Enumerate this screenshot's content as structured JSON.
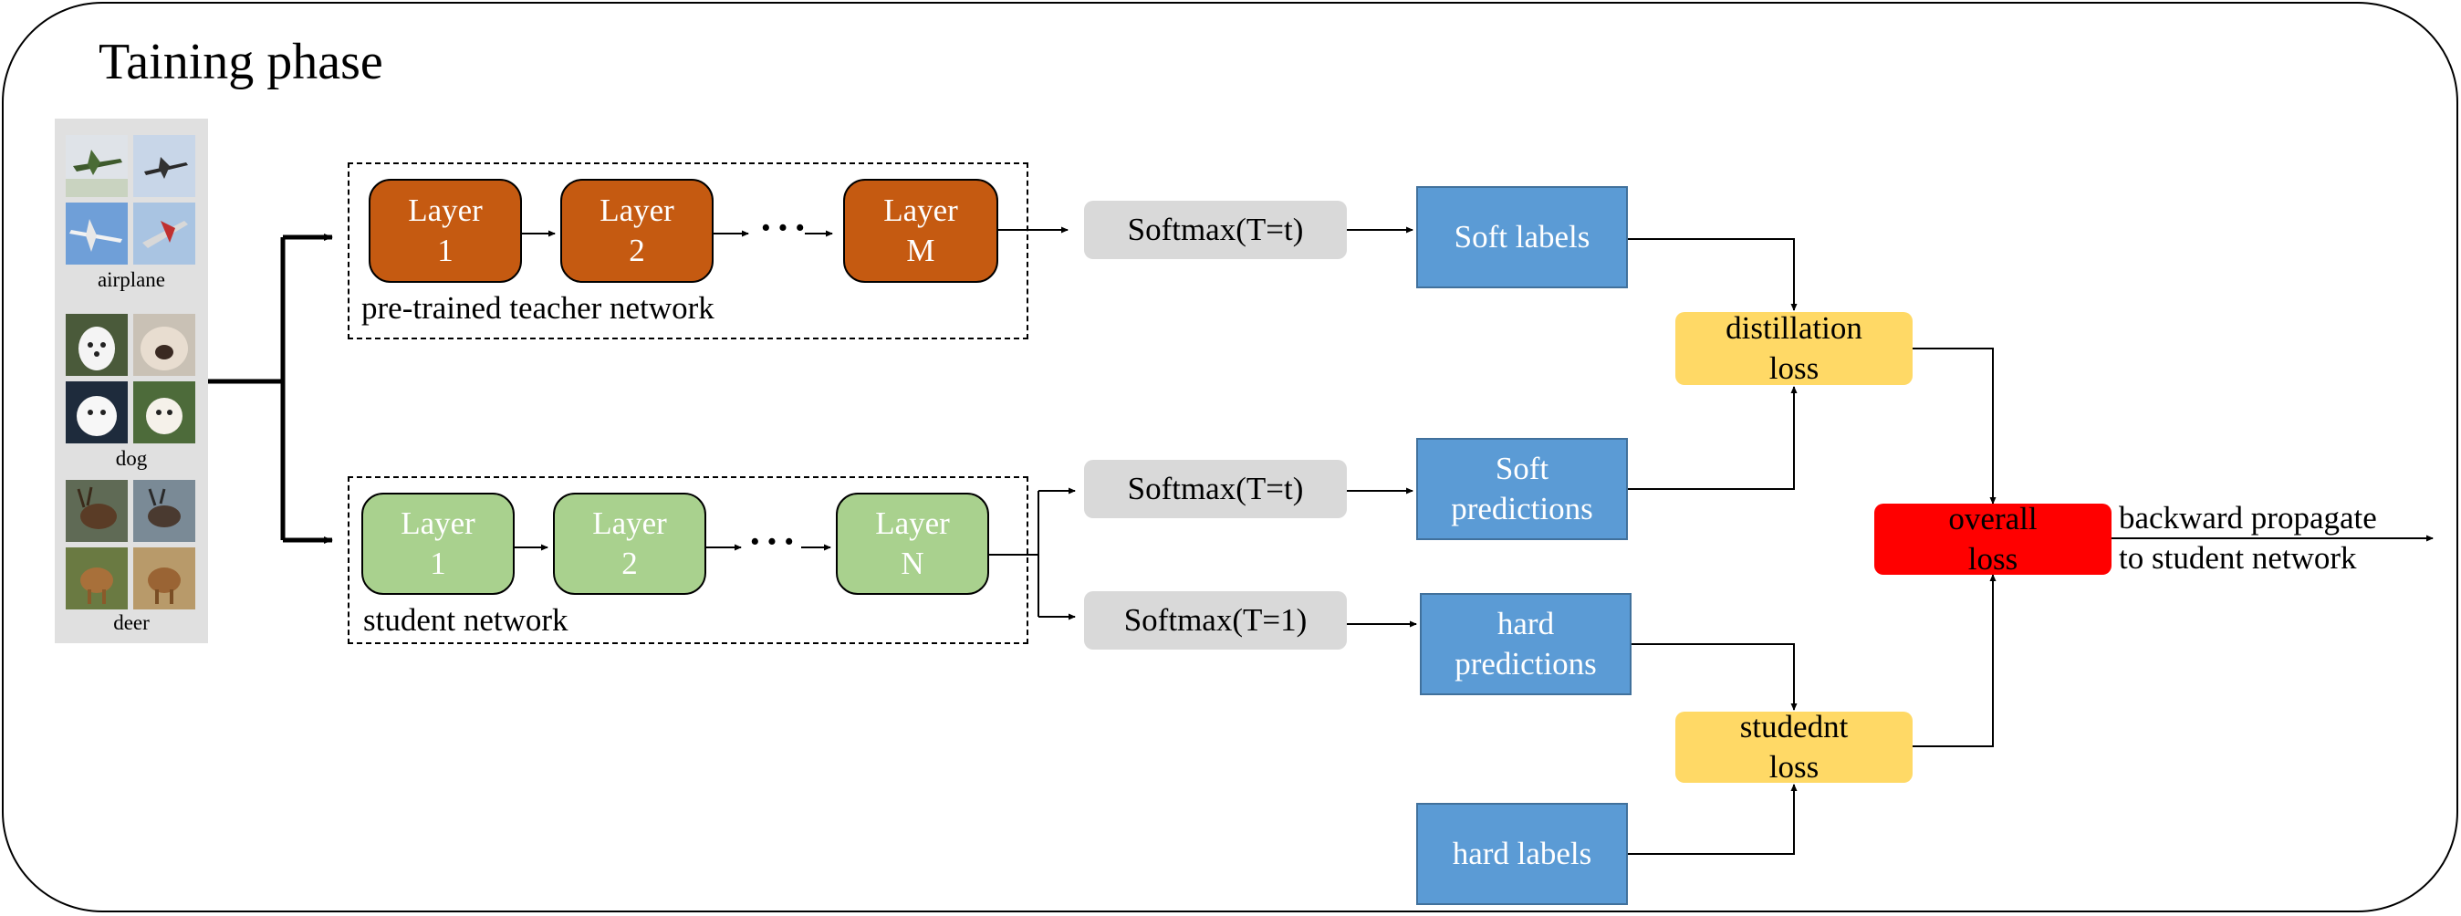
{
  "title": "Taining phase",
  "classes": [
    "airplane",
    "dog",
    "deer"
  ],
  "teacher": {
    "label": "pre-trained teacher network",
    "layers": [
      "Layer\n1",
      "Layer\n2",
      "Layer\nM"
    ],
    "dots": "···"
  },
  "student": {
    "label": "student network",
    "layers": [
      "Layer\n1",
      "Layer\n2",
      "Layer\nN"
    ],
    "dots": "···"
  },
  "softmax": {
    "teacher": "Softmax(T=t)",
    "student_soft": "Softmax(T=t)",
    "student_hard": "Softmax(T=1)"
  },
  "outputs": {
    "soft_labels": "Soft labels",
    "soft_predictions": "Soft\npredictions",
    "hard_predictions": "hard\npredictions",
    "hard_labels": "hard labels"
  },
  "losses": {
    "distillation": "distillation\nloss",
    "student": "studednt\nloss",
    "overall": "overall\nloss"
  },
  "backprop_text": "backward propagate\nto student network",
  "colors": {
    "teacher_layer": "#c55a11",
    "student_layer": "#a9d18e",
    "softmax": "#d9d9d9",
    "blue_box": "#5b9bd5",
    "loss_box": "#ffd966",
    "overall_loss": "#ff0000"
  }
}
